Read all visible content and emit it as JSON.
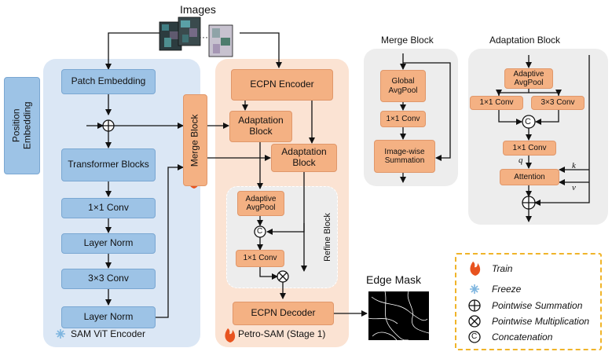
{
  "images_label": "Images",
  "image_dots": "···",
  "encoder": {
    "title": "SAM ViT Encoder",
    "position_embedding": "Position Embedding",
    "patch_embedding": "Patch Embedding",
    "transformer_blocks": "Transformer Blocks",
    "conv1x1": "1×1 Conv",
    "layer_norm_1": "Layer Norm",
    "conv3x3": "3×3 Conv",
    "layer_norm_2": "Layer Norm",
    "merge_block": "Merge Block"
  },
  "petro": {
    "title": "Petro-SAM (Stage 1)",
    "ecpn_encoder": "ECPN Encoder",
    "adaptation_block_1": "Adaptation Block",
    "adaptation_block_2": "Adaptation Block",
    "refine_adaptive": "Adaptive AvgPool",
    "refine_conv": "1×1 Conv",
    "refine_label": "Refine Block",
    "ecpn_decoder": "ECPN Decoder"
  },
  "output_label": "Edge Mask",
  "merge_detail": {
    "title": "Merge Block",
    "global_avgpool": "Global AvgPool",
    "conv1x1": "1×1 Conv",
    "summation": "Image-wise Summation"
  },
  "adaptation_detail": {
    "title": "Adaptation Block",
    "adaptive_avgpool": "Adaptive AvgPool",
    "conv1x1_left": "1×1 Conv",
    "conv3x3": "3×3 Conv",
    "conv1x1_mid": "1×1 Conv",
    "attention": "Attention",
    "q": "q",
    "k": "k",
    "v": "v"
  },
  "legend": {
    "train": "Train",
    "freeze": "Freeze",
    "sum": "Pointwise Summation",
    "mult": "Pointwise Multiplication",
    "concat": "Concatenation",
    "concat_symbol": "C"
  },
  "colors": {
    "blue_panel": "#dbe7f5",
    "blue_box": "#9dc3e6",
    "orange_panel": "#fbe3d3",
    "orange_box": "#f4b183",
    "gray_panel": "#ededed",
    "legend_border": "#f0b429",
    "fire": "#e8531f",
    "snow": "#7fb6e0"
  }
}
